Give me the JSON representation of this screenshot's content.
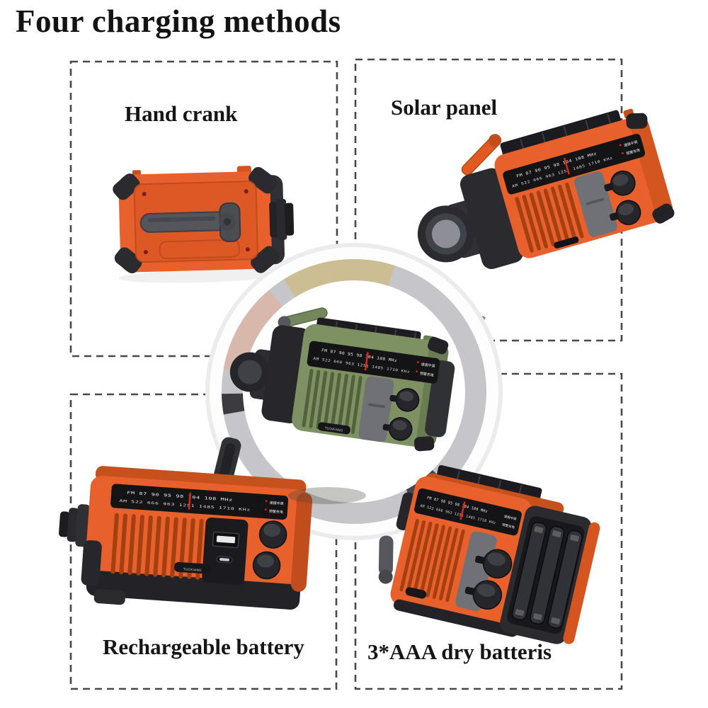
{
  "title": "Four charging methods",
  "panels": {
    "hand_crank": {
      "label": "Hand crank"
    },
    "solar_panel": {
      "label": "Solar panel"
    },
    "rechargeable_battery": {
      "label": "Rechargeable battery"
    },
    "dry_battery": {
      "label": "3*AAA dry batteris"
    }
  },
  "radio": {
    "brand": "TUOXIANG",
    "dial": {
      "fm_row": "FM 87 90 95 98 104 108 MHz",
      "am_row": "AM 522 666 963 1251 1485 1710 KHz",
      "mode_top": "速报中英",
      "mode_bottom": "预警充电"
    },
    "colors": {
      "orange": "#e8602c",
      "orange_dark": "#c7511d",
      "green": "#7e9163",
      "dial_black": "#141416",
      "knob_black": "#26262a",
      "door_gray": "#6f7176",
      "needle_red": "#e02417",
      "panel_dash": "#48484a"
    }
  }
}
